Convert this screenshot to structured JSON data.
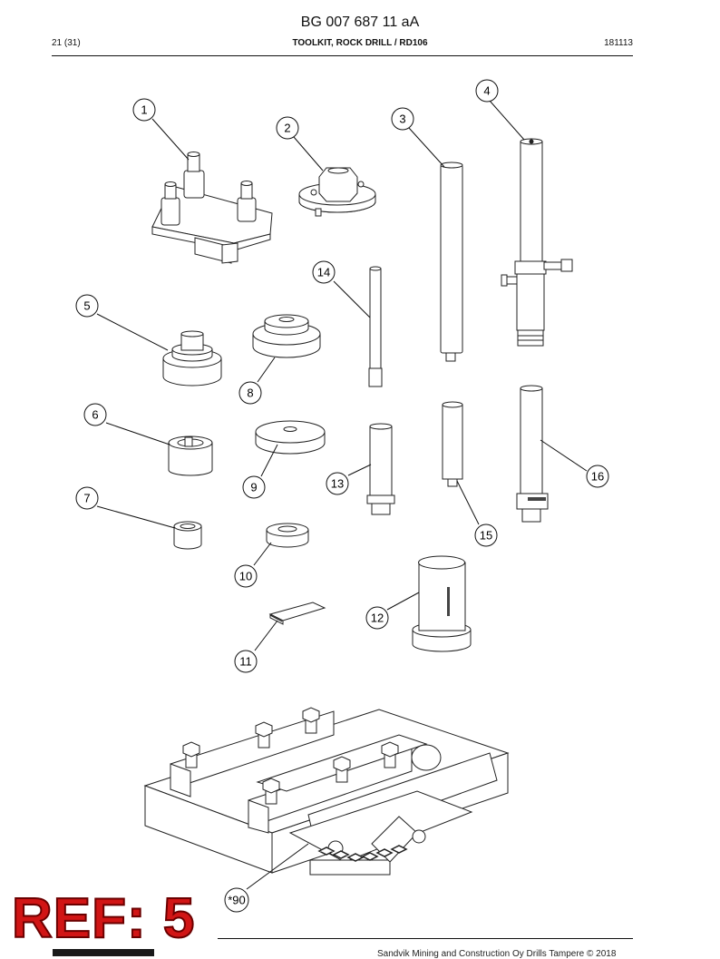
{
  "header": {
    "doc_number": "BG 007 687 11 aA",
    "page": "21 (31)",
    "title": "TOOLKIT, ROCK DRILL / RD106",
    "date": "181113"
  },
  "callouts": [
    "1",
    "2",
    "3",
    "4",
    "5",
    "6",
    "7",
    "8",
    "9",
    "10",
    "11",
    "12",
    "13",
    "14",
    "15",
    "16",
    "*90"
  ],
  "stamp": "REF: 5",
  "footer": {
    "copyright": "Sandvik Mining and Construction Oy Drills Tampere © 2018"
  }
}
